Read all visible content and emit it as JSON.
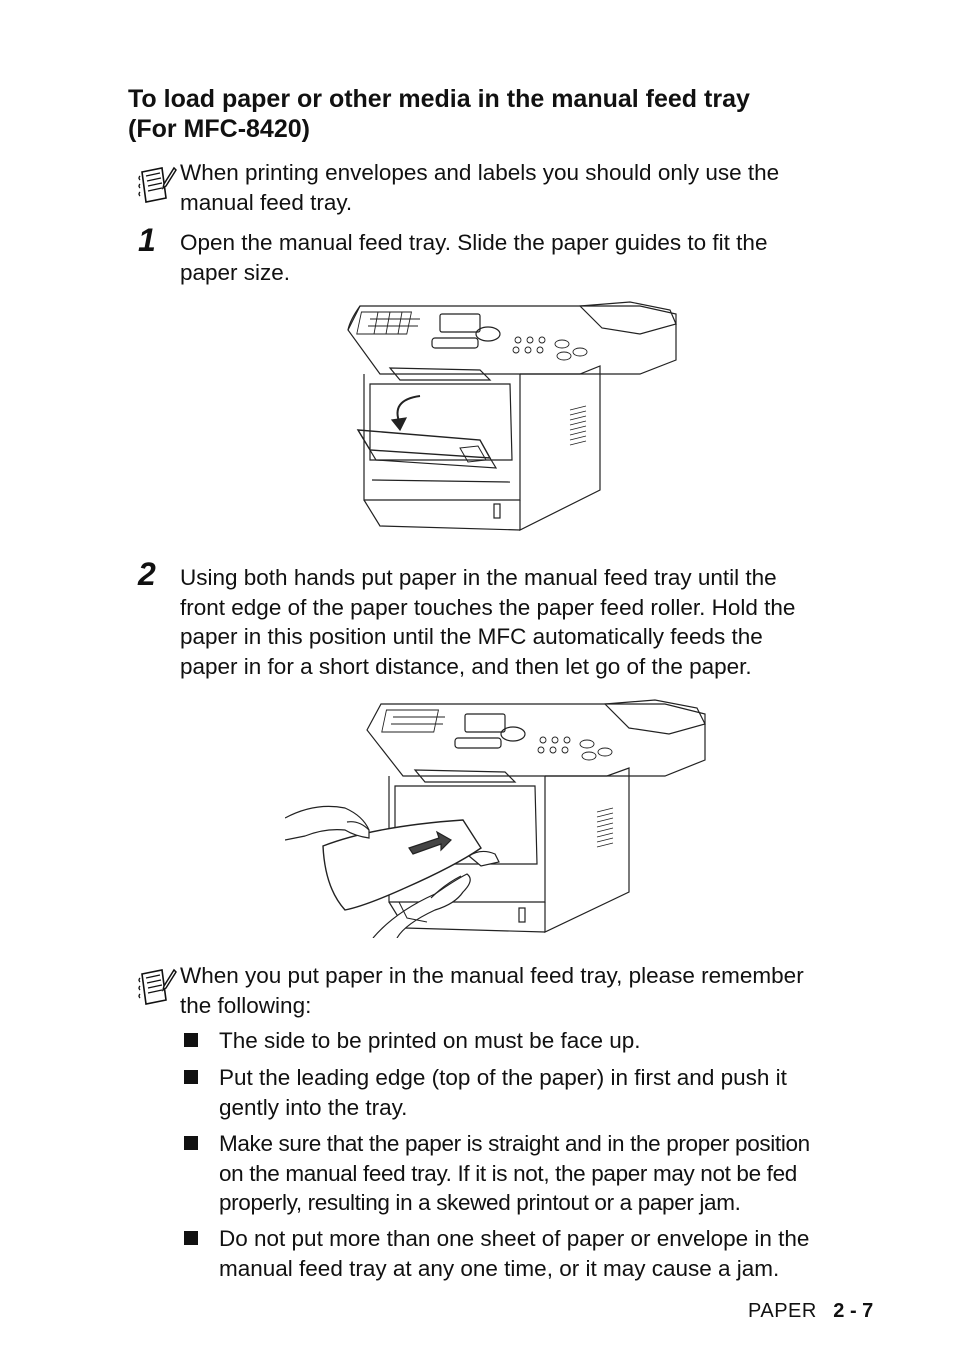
{
  "heading": {
    "line1": "To load paper or other media in the manual feed tray",
    "line2": "(For MFC-8420)"
  },
  "note1": {
    "icon": "note-pencil-icon",
    "line1": "When printing envelopes and labels you should only use the",
    "line2": "manual feed tray."
  },
  "step1": {
    "number": "1",
    "line1": "Open the manual feed tray. Slide the paper guides to fit the",
    "line2": "paper size."
  },
  "step2": {
    "number": "2",
    "line1": "Using both hands put paper in the manual feed tray until the",
    "line2": "front edge of the paper touches the paper feed roller. Hold the",
    "line3": "paper in this position until the MFC automatically feeds the",
    "line4": "paper in for a short distance, and then let go of the paper."
  },
  "note2": {
    "icon": "note-pencil-icon",
    "line1": "When you put paper in the manual feed tray, please remember",
    "line2": "the following:",
    "bullets": [
      {
        "lines": [
          "The side to be printed on must be face up."
        ]
      },
      {
        "lines": [
          "Put the leading edge (top of the paper) in first and push it",
          "gently into the tray."
        ]
      },
      {
        "lines": [
          "Make sure that the paper is straight and in the proper position",
          "on the manual feed tray. If it is not, the paper may not be fed",
          "properly, resulting in a skewed printout or a paper jam."
        ]
      },
      {
        "lines": [
          "Do not put more than one sheet of paper or envelope in the",
          "manual feed tray at any one time, or it may cause a jam."
        ]
      }
    ]
  },
  "footer": {
    "label": "PAPER",
    "page": "2 - 7"
  }
}
